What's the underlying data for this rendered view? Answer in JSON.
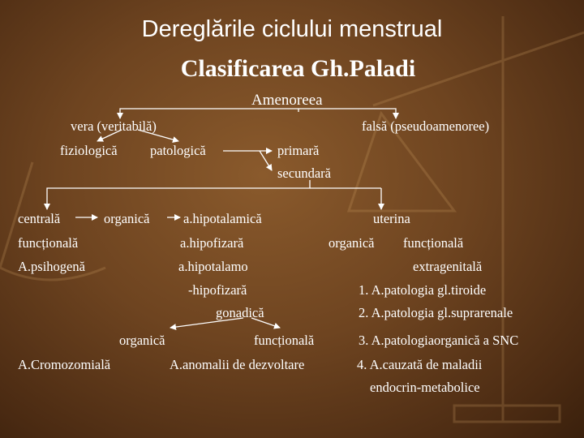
{
  "title": "Dereglările ciclului menstrual",
  "subtitle": "Clasificarea Gh.Paladi",
  "nodes": {
    "amenoreea": "Amenoreea",
    "vera": "vera (veritabilă)",
    "falsa": "falsă (pseudoamenoree)",
    "fiziologica": "fiziologică",
    "patologica": "patologică",
    "primara": "primară",
    "secundara": "secundară",
    "centrala": "centrală",
    "organica1": "organică",
    "functionala1": "funcțională",
    "psihogena": "A.psihogenă",
    "hipotalamica": "a.hipotalamică",
    "hipofizara": "a.hipofizară",
    "hipotalamo": "a.hipotalamo",
    "hipofizara2": "-hipofizară",
    "gonadica": "gonadică",
    "organica2": "organică",
    "functionala2": "funcțională",
    "cromozomiala": "A.Cromozomială",
    "anomalii": "A.anomalii de dezvoltare",
    "uterina": "uterina",
    "organica3": "organică",
    "functionala3": "funcțională",
    "extragenitala": "extragenitală",
    "item1": "1. A.patologia gl.tiroide",
    "item2": "2. A.patologia gl.suprarenale",
    "item3": "3. A.patologiaorganică a SNC",
    "item4a": "4. A.cauzată de maladii",
    "item4b": "endocrin-metabolice"
  }
}
